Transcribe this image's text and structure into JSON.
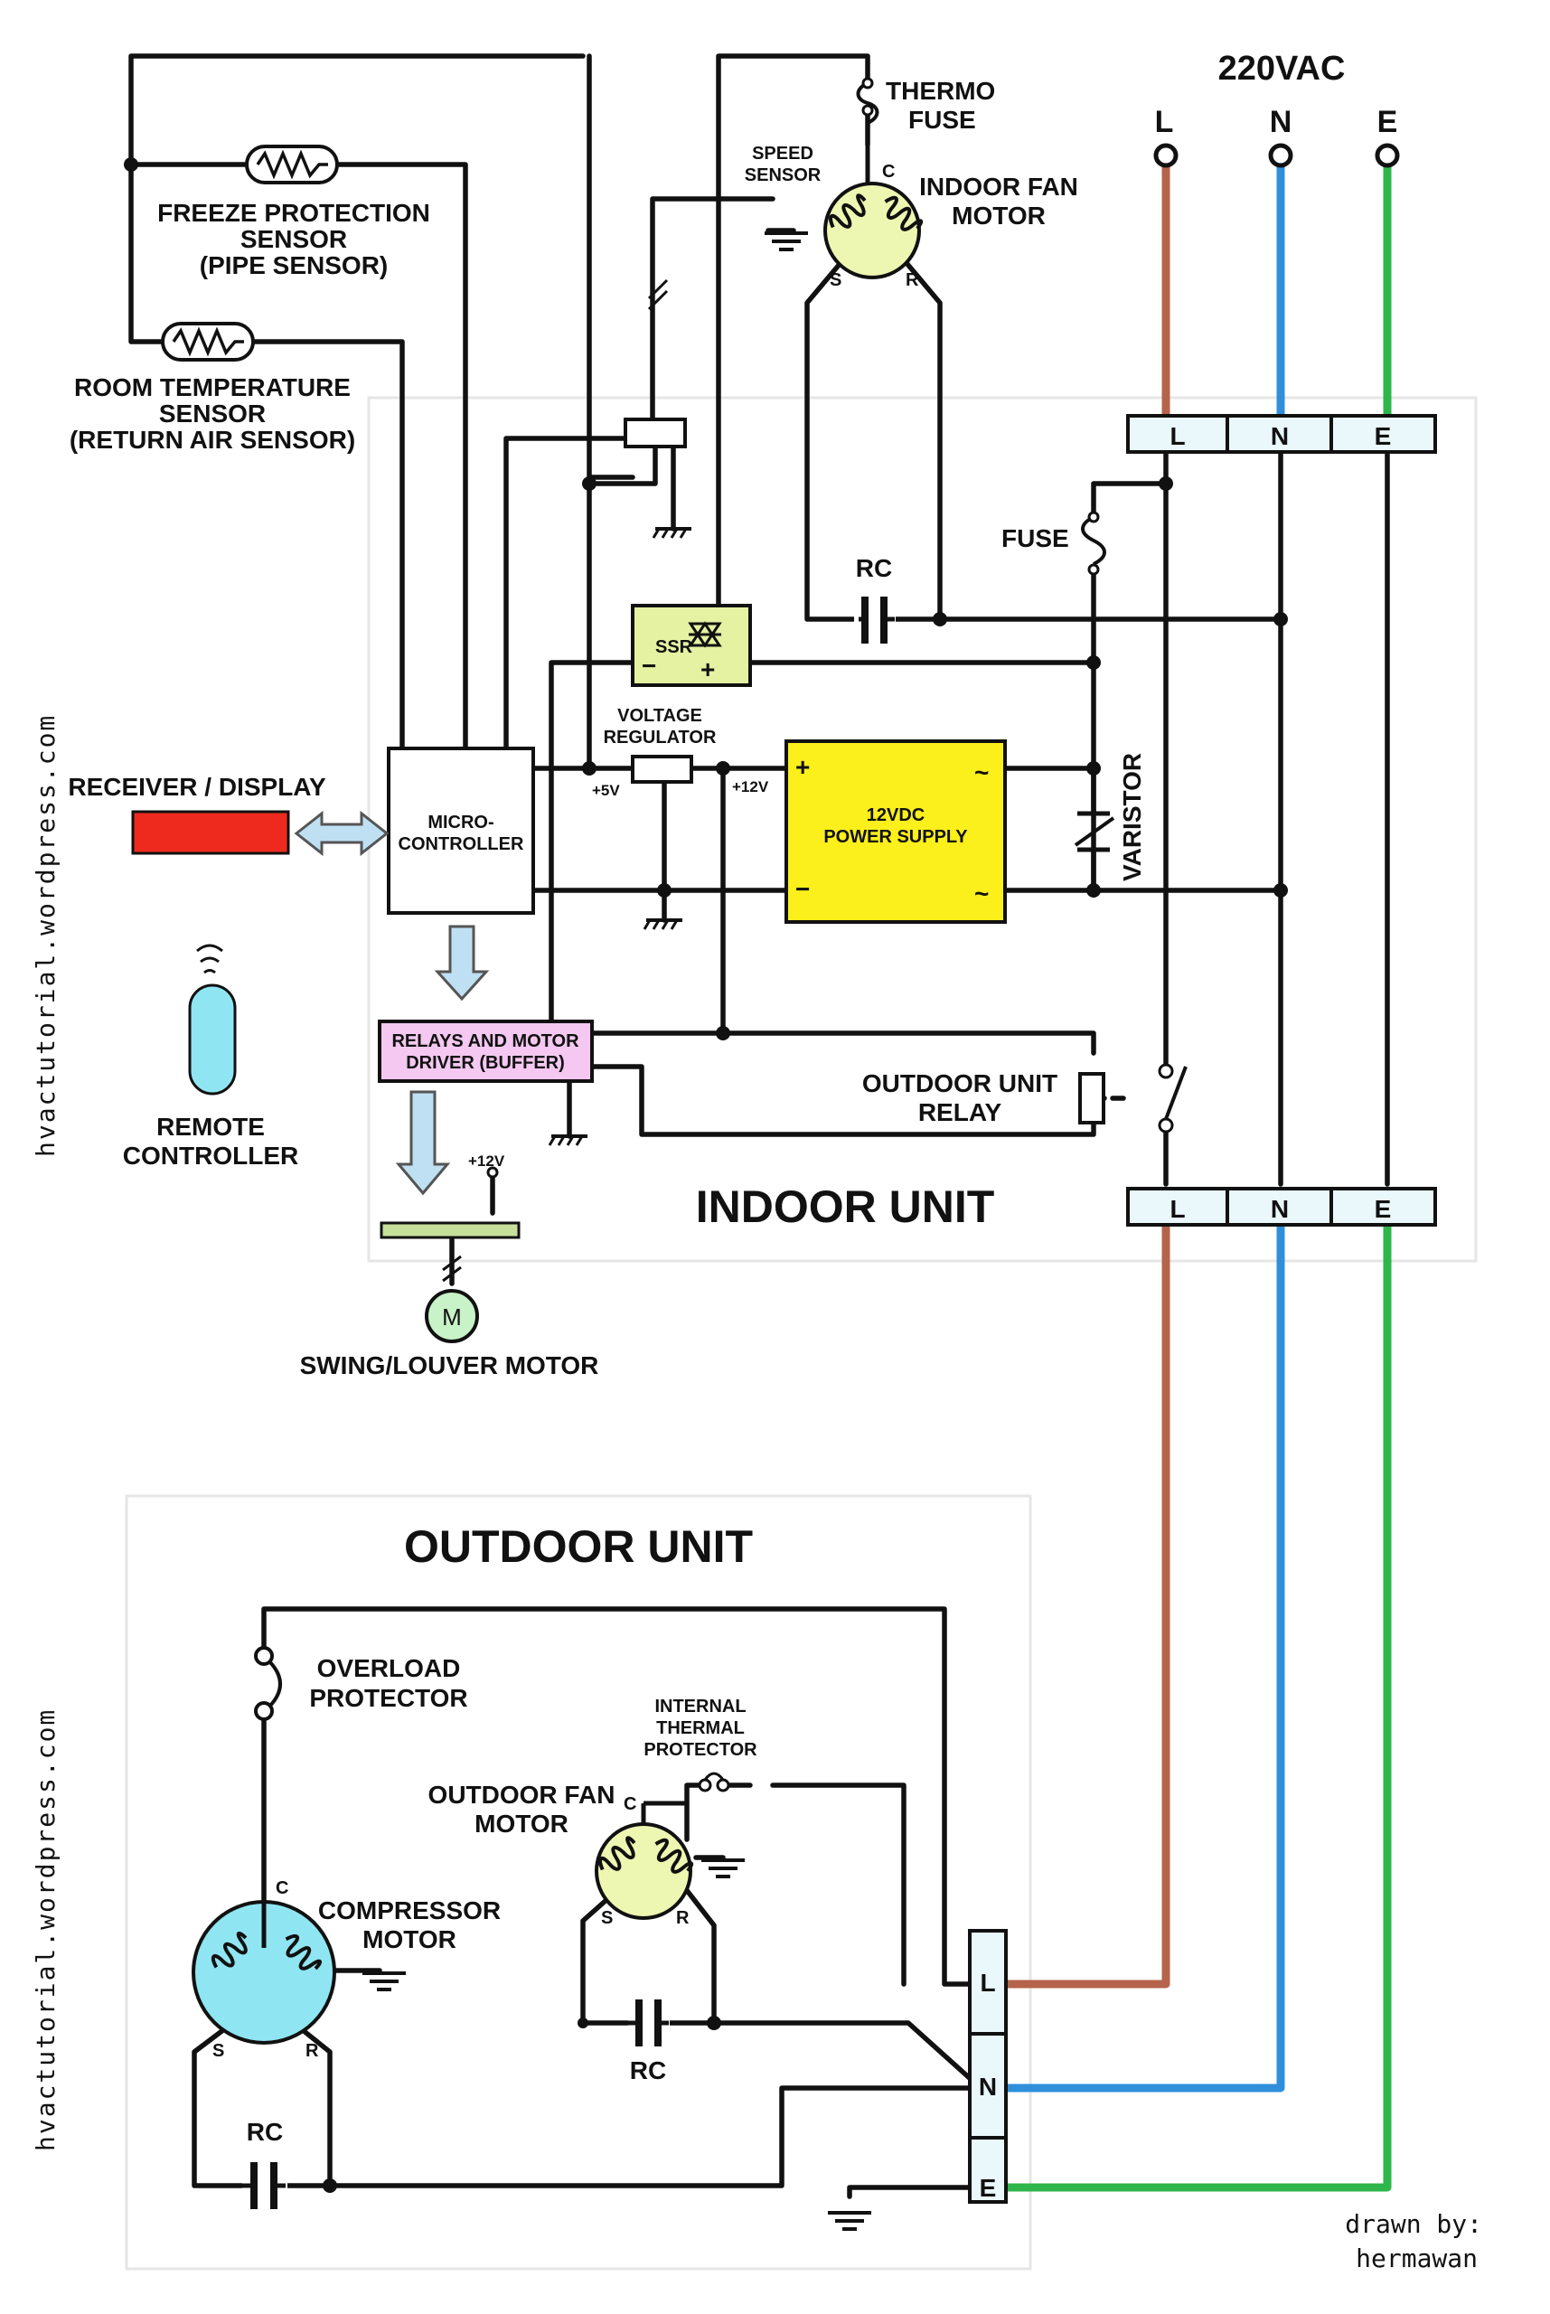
{
  "supply": {
    "title": "220VAC",
    "terminals": [
      "L",
      "N",
      "E"
    ]
  },
  "colors": {
    "L": "#b5634b",
    "N": "#2f8fdb",
    "E": "#2fb64a",
    "fan_motor": "#eef7b2",
    "compressor": "#8fe6f2",
    "receiver": "#ee2a1f",
    "power_supply": "#fbef1c",
    "ssr": "#e4f2a2",
    "relay_driver": "#f4c8f0",
    "remote": "#8fe6f2",
    "louver_bar": "#c6e09a",
    "arrow": "#bfe0f2"
  },
  "labels": {
    "thermo_fuse": [
      "THERMO",
      "FUSE"
    ],
    "speed_sensor": [
      "SPEED",
      "SENSOR"
    ],
    "indoor_fan_motor": [
      "INDOOR FAN",
      "MOTOR"
    ],
    "freeze_sensor": [
      "FREEZE PROTECTION",
      "SENSOR",
      "(PIPE SENSOR)"
    ],
    "room_sensor": [
      "ROOM TEMPERATURE",
      "SENSOR",
      "(RETURN AIR SENSOR)"
    ],
    "fuse": "FUSE",
    "rc": "RC",
    "ssr": "SSR",
    "voltage_regulator": [
      "VOLTAGE",
      "REGULATOR"
    ],
    "plus5v": "+5V",
    "plus12v": "+12V",
    "power_supply": [
      "12VDC",
      "POWER SUPPLY"
    ],
    "varistor": "VARISTOR",
    "receiver": "RECEIVER / DISPLAY",
    "microcontroller": [
      "MICRO-",
      "CONTROLLER"
    ],
    "relay_driver": [
      "RELAYS AND MOTOR",
      "DRIVER (BUFFER)"
    ],
    "outdoor_relay": [
      "OUTDOOR UNIT",
      "RELAY"
    ],
    "remote": [
      "REMOTE",
      "CONTROLLER"
    ],
    "indoor_unit": "INDOOR UNIT",
    "swing_motor": "SWING/LOUVER MOTOR",
    "motor_m": "M",
    "outdoor_unit": "OUTDOOR UNIT",
    "overload": [
      "OVERLOAD",
      "PROTECTOR"
    ],
    "internal_thermal": [
      "INTERNAL",
      "THERMAL",
      "PROTECTOR"
    ],
    "outdoor_fan_motor": [
      "OUTDOOR FAN",
      "MOTOR"
    ],
    "compressor_motor": [
      "COMPRESSOR",
      "MOTOR"
    ],
    "pin_c": "C",
    "pin_s": "S",
    "pin_r": "R",
    "plus": "+",
    "minus": "−",
    "tilde": "~",
    "watermark": "hvactutorial.wordpress.com",
    "credit": [
      "drawn by:",
      "hermawan"
    ]
  }
}
